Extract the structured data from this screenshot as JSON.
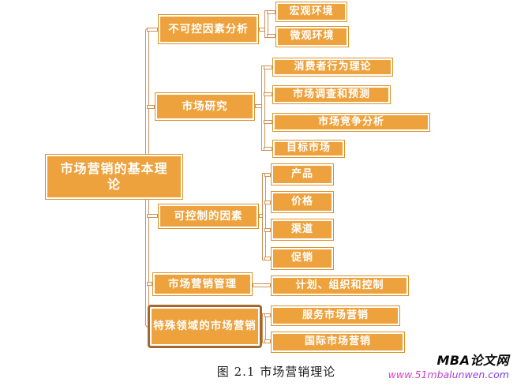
{
  "diagram": {
    "root": {
      "label": "市场营销的基本理论"
    },
    "branches": [
      {
        "label": "不可控因素分析",
        "children": [
          "宏观环境",
          "微观环境"
        ]
      },
      {
        "label": "市场研究",
        "children": [
          "消费者行为理论",
          "市场调查和预测",
          "市场竞争分析",
          "目标市场"
        ]
      },
      {
        "label": "可控制的因素",
        "children": [
          "产品",
          "价格",
          "渠道",
          "促销"
        ]
      },
      {
        "label": "市场营销管理",
        "children": [
          "计划、组织和控制"
        ]
      },
      {
        "label": "特殊领域的市场营销",
        "children": [
          "服务市场营销",
          "国际市场营销"
        ]
      }
    ]
  },
  "caption": {
    "text": "图 2.1  市场营销理论"
  },
  "watermark": {
    "site_name": "MBA论文网",
    "site_url": "www.51mbalunwen.com"
  },
  "colors": {
    "node_fill": "#EDA23E",
    "node_outer_border": "#DD9327",
    "node_inner_ring": "#FFFFFF",
    "node_text": "#FFFFFF",
    "special_node_border": "#A4672E",
    "connector": "#CB9058",
    "caption_text": "#1C1C1C",
    "watermark_name": "#0A0A0A",
    "watermark_url_gradient_start": "#EF3FC0",
    "watermark_url_gradient_end": "#5F3BE8"
  }
}
